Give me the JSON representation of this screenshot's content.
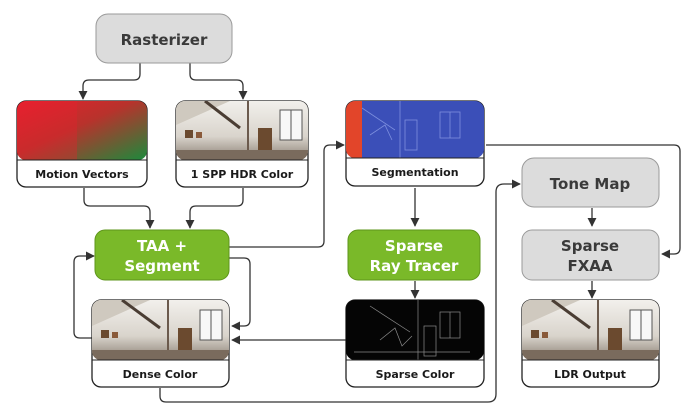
{
  "nodes": {
    "rasterizer": {
      "label": "Rasterizer"
    },
    "motion": {
      "label": "Motion Vectors"
    },
    "hdr": {
      "label": "1 SPP HDR Color"
    },
    "segmentation": {
      "label": "Segmentation"
    },
    "taa": {
      "line1": "TAA +",
      "line2": "Segment"
    },
    "sparse_rt": {
      "line1": "Sparse",
      "line2": "Ray Tracer"
    },
    "tonemap": {
      "label": "Tone Map"
    },
    "fxaa": {
      "line1": "Sparse",
      "line2": "FXAA"
    },
    "dense": {
      "label": "Dense Color"
    },
    "sparse_color": {
      "label": "Sparse Color"
    },
    "ldr": {
      "label": "LDR Output"
    }
  },
  "colors": {
    "grey_box": "#dcdcdc",
    "green_box": "#7ab929",
    "motion_red": "#e01f2d",
    "motion_green": "#1f8a3a",
    "seg_blue": "#3b4fb8",
    "seg_red": "#e2452a"
  }
}
